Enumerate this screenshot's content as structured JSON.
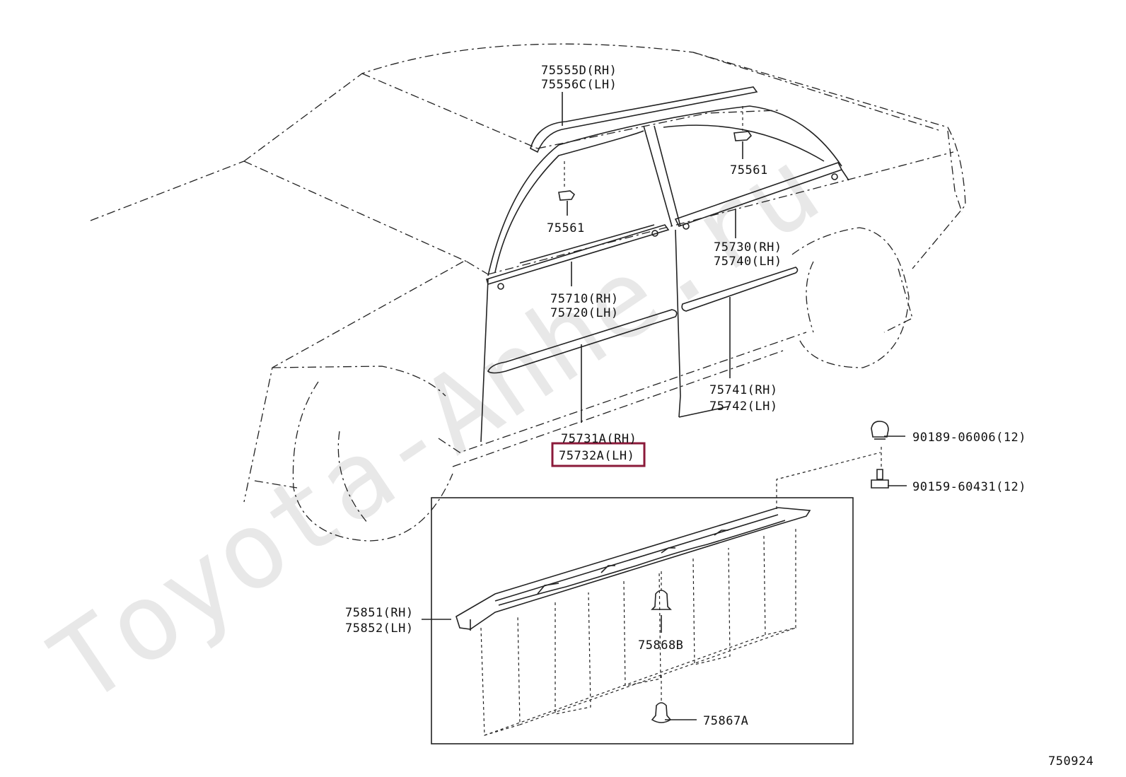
{
  "watermark": "Toyota-Anhe.ru",
  "diagram_code": "750924",
  "highlight_color": "#8b1a3a",
  "part_labels": {
    "roof_molding": [
      "75555D(RH)",
      "75556C(LH)"
    ],
    "clip_front": "75561",
    "clip_rear": "75561",
    "front_belt": [
      "75710(RH)",
      "75720(LH)"
    ],
    "rear_belt": [
      "75730(RH)",
      "75740(LH)"
    ],
    "rear_side": [
      "75741(RH)",
      "75742(LH)"
    ],
    "front_side": [
      "75731A(RH)",
      "75732A(LH)"
    ],
    "rocker_panel": [
      "75851(RH)",
      "75852(LH)"
    ],
    "clip_868": "75868B",
    "clip_867": "75867A",
    "screw_upper": "90189-06006(12)",
    "screw_lower": "90159-60431(12)"
  }
}
